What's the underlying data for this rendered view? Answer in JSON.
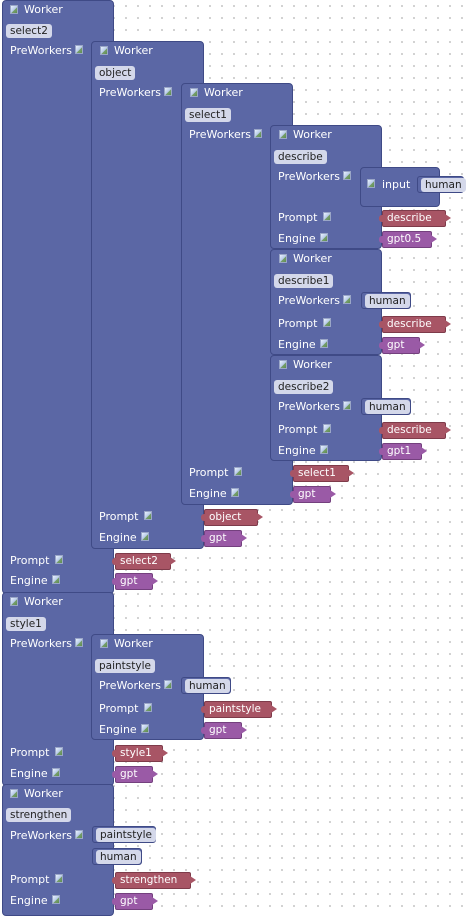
{
  "labels": {
    "worker": "Worker",
    "preworkers": "PreWorkers",
    "prompt": "Prompt",
    "engine": "Engine",
    "input": "input"
  },
  "blocks": {
    "select2": {
      "name": "select2",
      "prompt": "select2",
      "engine": "gpt"
    },
    "object": {
      "name": "object",
      "prompt": "object",
      "engine": "gpt"
    },
    "select1": {
      "name": "select1",
      "prompt": "select1",
      "engine": "gpt"
    },
    "describe": {
      "name": "describe",
      "input_value": "human",
      "prompt": "describe",
      "engine": "gpt0.5"
    },
    "describe1": {
      "name": "describe1",
      "preworker": "human",
      "prompt": "describe",
      "engine": "gpt"
    },
    "describe2": {
      "name": "describe2",
      "preworker": "human",
      "prompt": "describe",
      "engine": "gpt1"
    },
    "style1": {
      "name": "style1",
      "prompt": "style1",
      "engine": "gpt"
    },
    "paintstyle": {
      "name": "paintstyle",
      "preworker": "human",
      "prompt": "paintstyle",
      "engine": "gpt"
    },
    "strengthen": {
      "name": "strengthen",
      "preworker1": "paintstyle",
      "preworker2": "human",
      "prompt": "strengthen",
      "engine": "gpt"
    }
  },
  "colors": {
    "block": "#5b67a5",
    "prompt_chip": "#a85565",
    "engine_chip": "#9a5aa6",
    "name_field": "#d4d8ea"
  }
}
